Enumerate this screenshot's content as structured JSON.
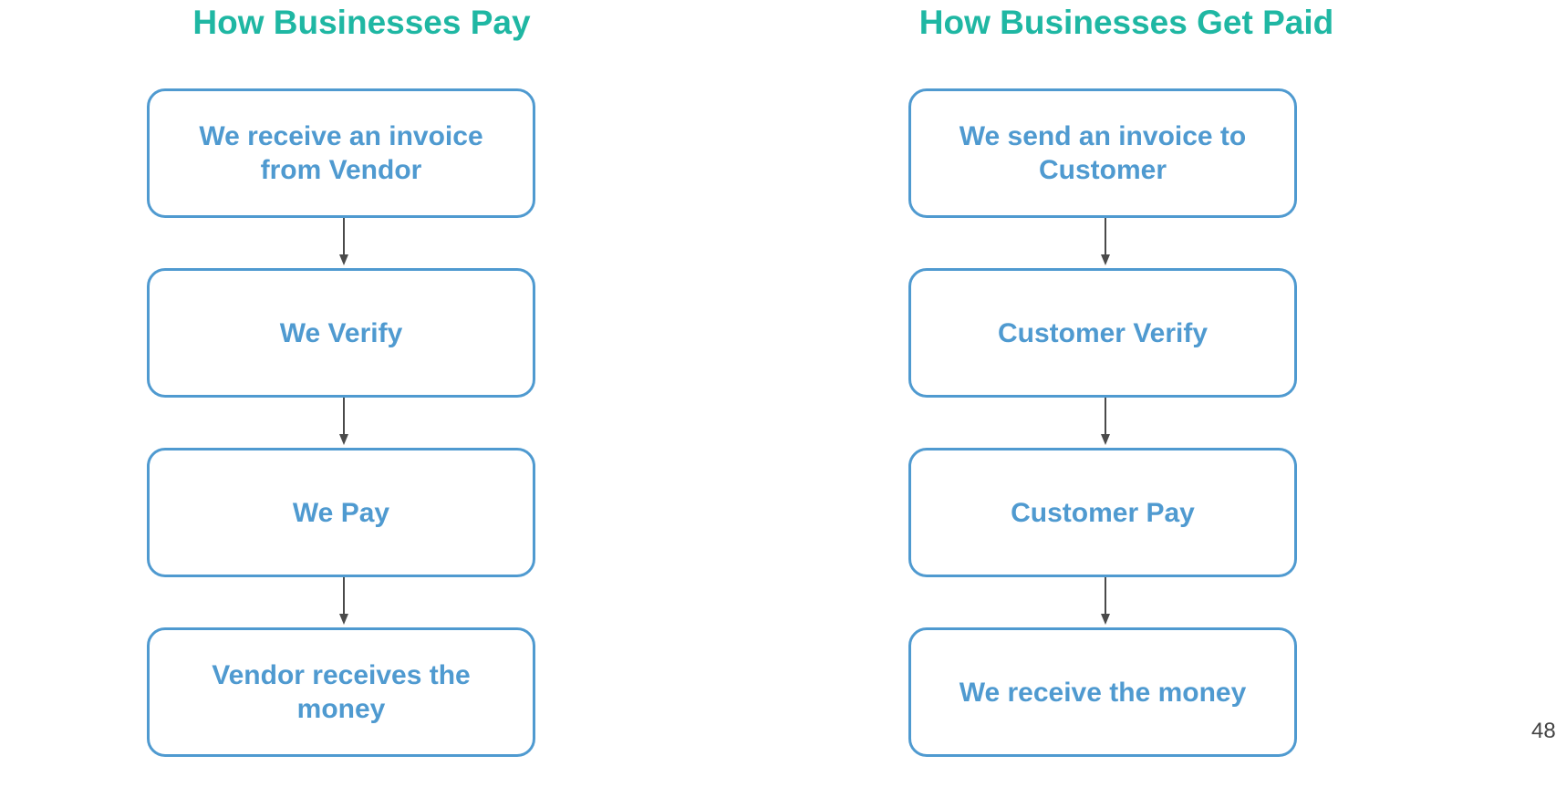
{
  "left_flow": {
    "title": "How Businesses Pay",
    "steps": [
      "We receive an invoice from Vendor",
      "We Verify",
      "We Pay",
      "Vendor receives the money"
    ]
  },
  "right_flow": {
    "title": "How Businesses Get Paid",
    "steps": [
      "We send an invoice to Customer",
      "Customer Verify",
      "Customer Pay",
      "We receive the money"
    ]
  },
  "page_number": "48",
  "colors": {
    "title": "#1fb7a3",
    "box_border": "#4f9ad0",
    "box_text": "#4f9ad0",
    "arrow": "#4a4a4a"
  }
}
